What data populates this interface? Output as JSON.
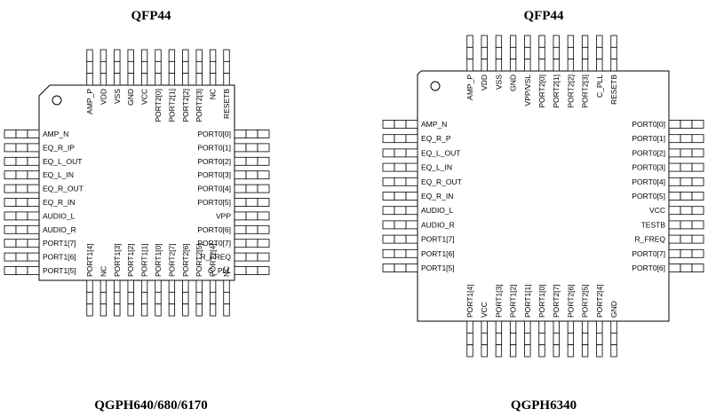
{
  "left_chip": {
    "package": "QFP44",
    "part": "QGPH640/680/6170",
    "pins": {
      "top": [
        "AMP_P",
        "VDD",
        "VSS",
        "GND",
        "VCC",
        "PORT2[0]",
        "PORT2[1]",
        "PORT2[2]",
        "PORT2[3]",
        "NC",
        "RESETB"
      ],
      "left": [
        "AMP_N",
        "EQ_R_IP",
        "EQ_L_OUT",
        "EQ_L_IN",
        "EQ_R_OUT",
        "EQ_R_IN",
        "AUDIO_L",
        "AUDIO_R",
        "PORT1[7]",
        "PORT1[6]",
        "PORT1[5]"
      ],
      "right": [
        "PORT0[0]",
        "PORT0[1]",
        "PORT0[2]",
        "PORT0[3]",
        "PORT0[4]",
        "PORT0[5]",
        "VPP",
        "PORT0[6]",
        "PORT0[7]",
        "R_FREQ",
        "C_PLL"
      ],
      "bottom": [
        "PORT1[4]",
        "NC",
        "PORT1[3]",
        "PORT1[2]",
        "PORT1[1]",
        "PORT1[0]",
        "PORT2[7]",
        "PORT2[6]",
        "PORT2[5]",
        "PORT2[4]",
        "NC"
      ]
    }
  },
  "right_chip": {
    "package": "QFP44",
    "part": "QGPH6340",
    "pins": {
      "top": [
        "AMP_P",
        "VDD",
        "VSS",
        "GND",
        "VPP/VSL",
        "PORT2[0]",
        "PORT2[1]",
        "PORT2[2]",
        "PORT2[3]",
        "C_PLL",
        "RESETB"
      ],
      "left": [
        "AMP_N",
        "EQ_R_P",
        "EQ_L_OUT",
        "EQ_L_IN",
        "EQ_R_OUT",
        "EQ_R_IN",
        "AUDIO_L",
        "AUDIO_R",
        "PORT1[7]",
        "PORT1[6]",
        "PORT1[5]"
      ],
      "right": [
        "PORT0[0]",
        "PORT0[1]",
        "PORT0[2]",
        "PORT0[3]",
        "PORT0[4]",
        "PORT0[5]",
        "VCC",
        "TESTB",
        "R_FREQ",
        "PORT0[7]",
        "PORT0[6]"
      ],
      "bottom": [
        "PORT1[4]",
        "VCC",
        "PORT1[3]",
        "PORT1[2]",
        "PORT1[1]",
        "PORT1[0]",
        "PORT2[7]",
        "PORT2[6]",
        "PORT2[5]",
        "PORT2[4]",
        "GND"
      ]
    }
  },
  "colors": {
    "outline": "#000000",
    "background": "#ffffff"
  }
}
